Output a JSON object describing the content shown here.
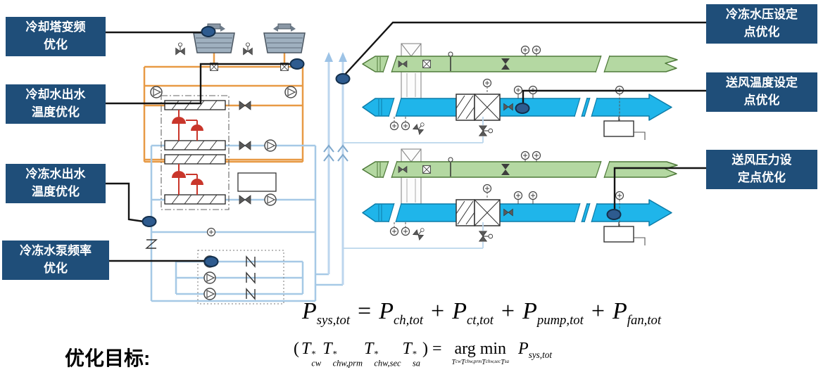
{
  "callouts": [
    {
      "id": "cooling-tower-vfd",
      "lines": [
        "冷却塔变频",
        "优化"
      ]
    },
    {
      "id": "cooling-water-outlet-temp",
      "lines": [
        "冷却水出水",
        "温度优化"
      ]
    },
    {
      "id": "chilled-water-outlet-temp",
      "lines": [
        "冷冻水出水",
        "温度优化"
      ]
    },
    {
      "id": "chilled-water-pump-freq",
      "lines": [
        "冷冻水泵频率",
        "优化"
      ]
    },
    {
      "id": "chw-pressure-setpoint",
      "lines": [
        "冷冻水压设定",
        "点优化"
      ]
    },
    {
      "id": "supply-air-temp-setpoint",
      "lines": [
        "送风温度设定",
        "点优化"
      ]
    },
    {
      "id": "supply-air-pressure-setpoint",
      "lines": [
        "送风压力设",
        "定点优化"
      ]
    }
  ],
  "objective": {
    "label": "优化目标:",
    "power_formula": {
      "lhs": {
        "base": "P",
        "sub": "sys,tot"
      },
      "equals": "=",
      "plus": "+",
      "terms": [
        {
          "base": "P",
          "sub": "ch,tot"
        },
        {
          "base": "P",
          "sub": "ct,tot"
        },
        {
          "base": "P",
          "sub": "pump,tot"
        },
        {
          "base": "P",
          "sub": "fan,tot"
        }
      ]
    },
    "argmin_formula": {
      "open_paren": "(",
      "decision_vars": [
        {
          "base": "T",
          "sup": "*",
          "sub": "cw"
        },
        {
          "base": "T",
          "sup": "*",
          "sub": "chw,prm"
        },
        {
          "base": "T",
          "sup": "*",
          "sub": "chw,sec"
        },
        {
          "base": "T",
          "sup": "*",
          "sub": "sa"
        }
      ],
      "close_paren": ") =",
      "operator": "arg min",
      "over_vars": [
        {
          "base": "T",
          "sub": "cw"
        },
        {
          "base": "T",
          "sub": "chw,prm"
        },
        {
          "base": "T",
          "sub": "chw,sec"
        },
        {
          "base": "T",
          "sub": "sa"
        }
      ],
      "objective_term": {
        "base": "P",
        "sub": "sys,tot"
      }
    }
  },
  "colors": {
    "background": "#FFFFFF",
    "callout_bg": "#1F4E79",
    "callout_text": "#FFFFFF",
    "dot_fill": "#2E5B8F",
    "pipe_orange": "#E89A45",
    "pipe_red": "#C9362B",
    "pipe_chilled": "#A6C9E6",
    "duct_green": "#B4D8A2",
    "duct_green_border": "#4F7A3A",
    "duct_blue": "#1FB5EA",
    "duct_blue_border": "#0D7CA8"
  }
}
